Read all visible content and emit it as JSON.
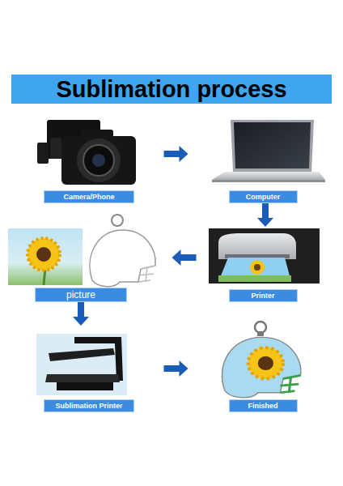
{
  "diagram": {
    "title": "Sublimation process",
    "nodes": [
      {
        "text": [
          "Camera/Phone"
        ]
      },
      {
        "text": [
          "Computer"
        ]
      },
      {
        "text": [
          "picture"
        ]
      },
      {
        "text": [
          "Printer"
        ]
      },
      {
        "text": [
          "Sublimation Printer"
        ]
      },
      {
        "text": [
          "Finished"
        ]
      }
    ],
    "edges": [
      {
        "from": 0,
        "to": 1,
        "arrow": "to"
      },
      {
        "from": 1,
        "to": 3,
        "arrow": "to"
      },
      {
        "from": 3,
        "to": 2,
        "arrow": "to"
      },
      {
        "from": 2,
        "to": 4,
        "arrow": "to"
      },
      {
        "from": 4,
        "to": 5,
        "arrow": "to"
      }
    ]
  }
}
